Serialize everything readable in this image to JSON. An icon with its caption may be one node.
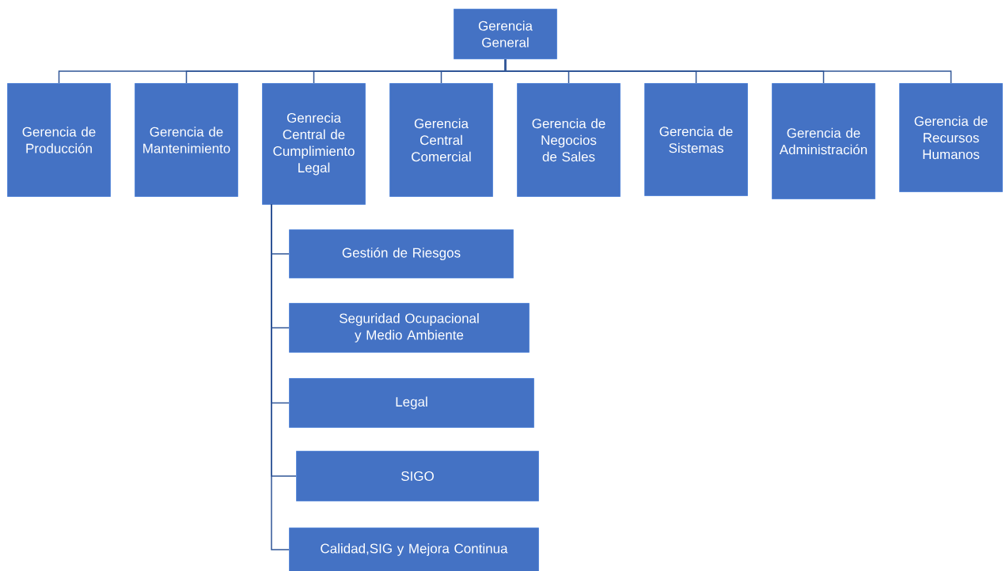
{
  "diagram": {
    "nodes": [
      {
        "text": [
          "Gerencia General"
        ]
      },
      {
        "text": [
          "Gerencia de Producción"
        ]
      },
      {
        "text": [
          "Gerencia de Mantenimiento"
        ]
      },
      {
        "text": [
          "Genrecia Central de Cumplimiento Legal"
        ]
      },
      {
        "text": [
          "Gerencia Central Comercial"
        ]
      },
      {
        "text": [
          "Gerencia de Negocios de Sales"
        ]
      },
      {
        "text": [
          "Gerencia de Sistemas"
        ]
      },
      {
        "text": [
          "Gerencia de Administración"
        ]
      },
      {
        "text": [
          "Gerencia de Recursos Humanos"
        ]
      },
      {
        "text": [
          "Gestión de Riesgos"
        ]
      },
      {
        "text": [
          "Seguridad Ocupacional y Medio Ambiente"
        ]
      },
      {
        "text": [
          "Legal"
        ]
      },
      {
        "text": [
          "SIGO"
        ]
      },
      {
        "text": [
          "Calidad,SIG y Mejora Continua"
        ]
      }
    ],
    "edges": [
      {
        "from": 0,
        "to": 1,
        "arrow": "none"
      },
      {
        "from": 0,
        "to": 2,
        "arrow": "none"
      },
      {
        "from": 0,
        "to": 3,
        "arrow": "none"
      },
      {
        "from": 0,
        "to": 4,
        "arrow": "none"
      },
      {
        "from": 0,
        "to": 5,
        "arrow": "none"
      },
      {
        "from": 0,
        "to": 6,
        "arrow": "none"
      },
      {
        "from": 0,
        "to": 7,
        "arrow": "none"
      },
      {
        "from": 0,
        "to": 8,
        "arrow": "none"
      },
      {
        "from": 3,
        "to": 9,
        "arrow": "none"
      },
      {
        "from": 3,
        "to": 10,
        "arrow": "none"
      },
      {
        "from": 3,
        "to": 11,
        "arrow": "none"
      },
      {
        "from": 3,
        "to": 12,
        "arrow": "none"
      },
      {
        "from": 3,
        "to": 13,
        "arrow": "none"
      }
    ]
  }
}
